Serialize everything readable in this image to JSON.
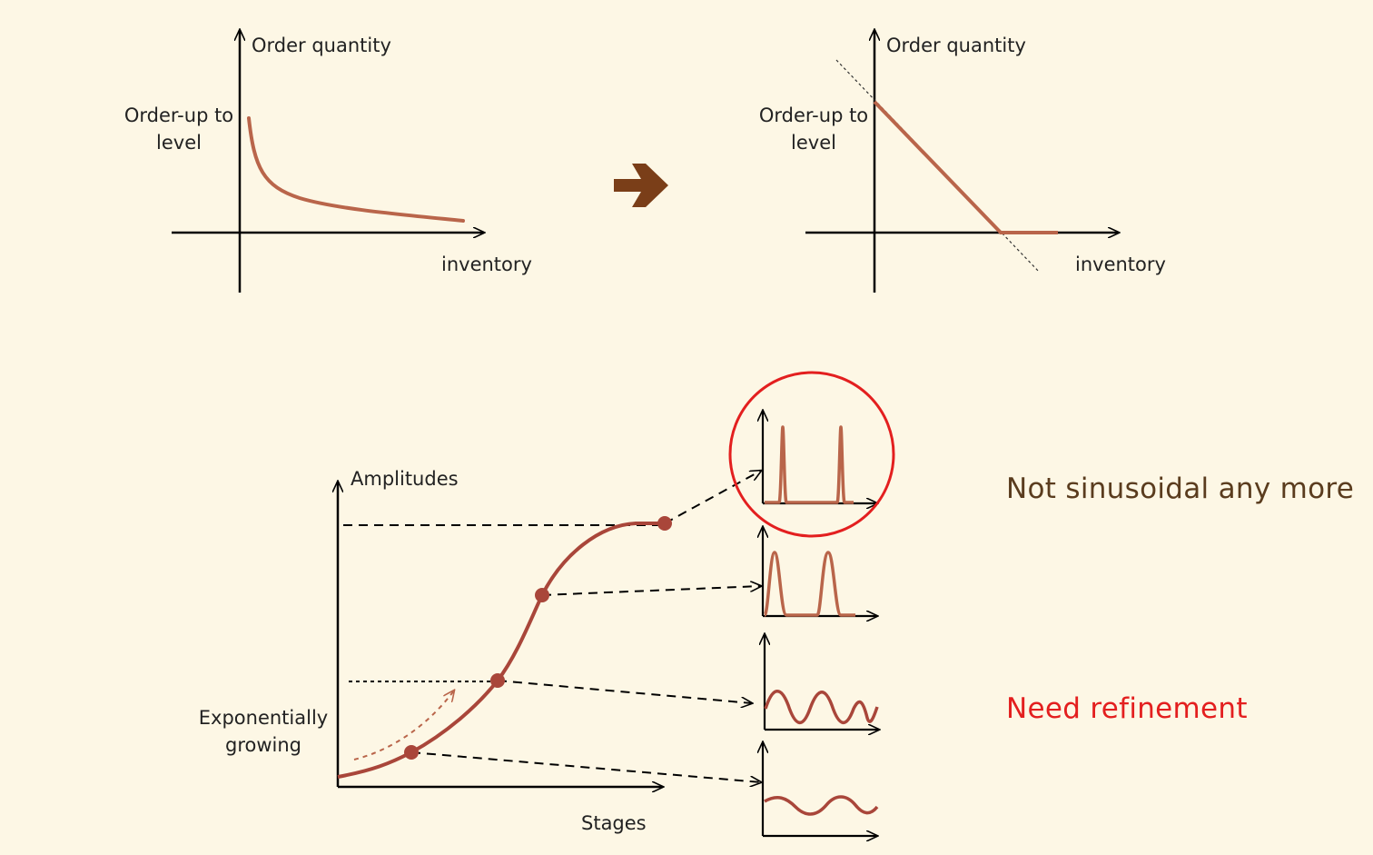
{
  "top_left_graph": {
    "y_axis_label": "Order quantity",
    "x_axis_label": "inventory",
    "level_label_line1": "Order-up to",
    "level_label_line2": "level"
  },
  "transition_arrow": {
    "icon": "right-arrow-icon",
    "glyph": "➔",
    "color": "#7a3e18"
  },
  "top_right_graph": {
    "y_axis_label": "Order quantity",
    "x_axis_label": "inventory",
    "level_label_line1": "Order-up to",
    "level_label_line2": "level"
  },
  "bottom_graph": {
    "y_axis_label": "Amplitudes",
    "x_axis_label": "Stages",
    "growth_label_line1": "Exponentially",
    "growth_label_line2": "growing"
  },
  "notes": {
    "not_sinusoidal": "Not sinusoidal any more",
    "need_refinement": "Need refinement"
  },
  "colors": {
    "curve": "#b9654a",
    "point": "#a9463a",
    "axis": "#000000",
    "highlight_circle": "#e31f1f",
    "note_brown": "#5a3c1e",
    "note_red": "#e31f1f",
    "background": "#fdf7e5"
  }
}
